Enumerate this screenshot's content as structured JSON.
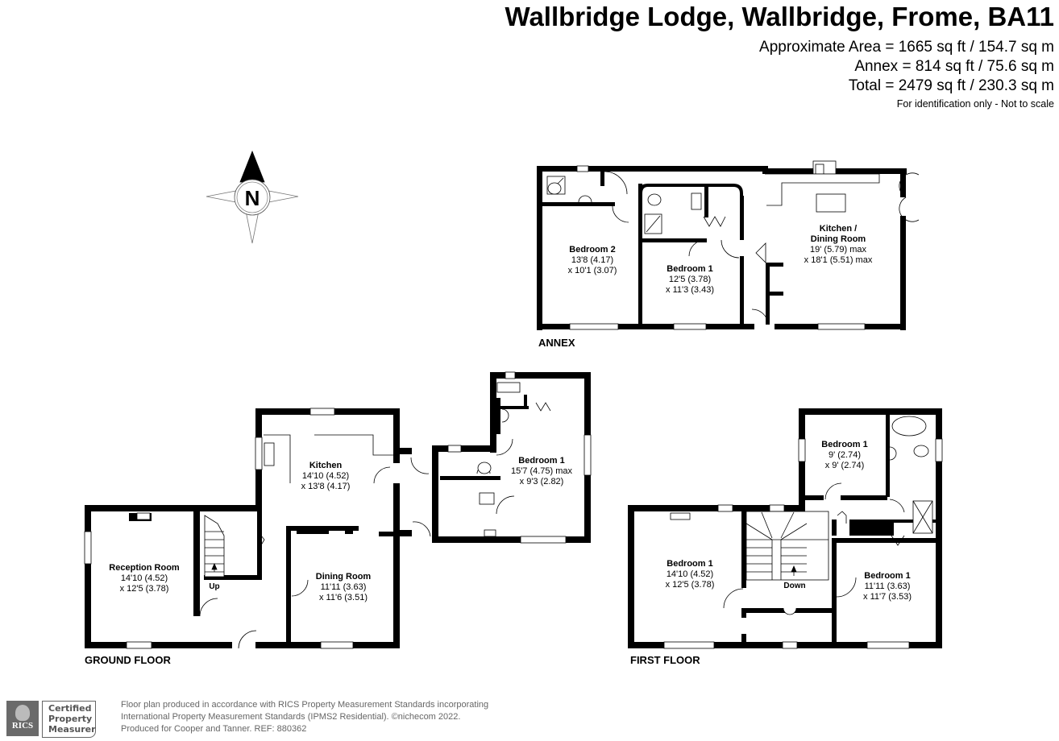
{
  "header": {
    "title": "Wallbridge Lodge, Wallbridge, Frome, BA11",
    "areas": [
      "Approximate Area = 1665 sq ft / 154.7 sq m",
      "Annex = 814 sq ft / 75.6 sq m",
      "Total = 2479 sq ft / 230.3 sq m"
    ],
    "disclaimer": "For identification only - Not to scale"
  },
  "compass": {
    "label": "N",
    "icon": "north-compass-icon"
  },
  "annex": {
    "label": "ANNEX",
    "rooms": [
      {
        "name": "Bedroom 2",
        "dim1": "13'8 (4.17)",
        "dim2": "x 10'1 (3.07)"
      },
      {
        "name": "Bedroom 1",
        "dim1": "12'5 (3.78)",
        "dim2": "x 11'3 (3.43)"
      },
      {
        "name": "Kitchen /",
        "name2": "Dining Room",
        "dim1": "19' (5.79) max",
        "dim2": "x 18'1 (5.51) max"
      }
    ]
  },
  "ground_floor": {
    "label": "GROUND FLOOR",
    "stairs_label": "Up",
    "rooms": [
      {
        "name": "Reception Room",
        "dim1": "14'10 (4.52)",
        "dim2": "x 12'5 (3.78)"
      },
      {
        "name": "Kitchen",
        "dim1": "14'10 (4.52)",
        "dim2": "x 13'8 (4.17)"
      },
      {
        "name": "Dining Room",
        "dim1": "11'11 (3.63)",
        "dim2": "x 11'6 (3.51)"
      },
      {
        "name": "Bedroom 1",
        "dim1": "15'7 (4.75) max",
        "dim2": "x 9'3 (2.82)"
      }
    ]
  },
  "first_floor": {
    "label": "FIRST FLOOR",
    "stairs_label": "Down",
    "rooms": [
      {
        "name": "Bedroom 1",
        "dim1": "14'10 (4.52)",
        "dim2": "x 12'5 (3.78)"
      },
      {
        "name": "Bedroom 1",
        "dim1": "9' (2.74)",
        "dim2": "x 9' (2.74)"
      },
      {
        "name": "Bedroom 1",
        "dim1": "11'11 (3.63)",
        "dim2": "x 11'7 (3.53)"
      }
    ]
  },
  "footer": {
    "logo_text": "RICS",
    "cert_lines": [
      "Certified",
      "Property",
      "Measurer"
    ],
    "lines": [
      "Floor plan produced in accordance with RICS Property Measurement Standards incorporating",
      "International Property Measurement Standards (IPMS2 Residential).   ©nichecom 2022.",
      "Produced for Cooper and Tanner.   REF: 880362"
    ]
  }
}
